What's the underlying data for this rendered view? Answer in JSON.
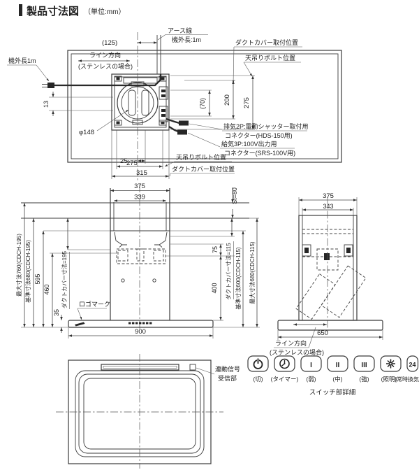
{
  "title": {
    "text": "製品寸法図",
    "unit": "（単位:mm）"
  },
  "top_view": {
    "earth_line1": "アース線",
    "earth_line2": "機外長:1m",
    "dim_125": "(125)",
    "cord_label": "機外長1m",
    "line_dir1": "ライン方向",
    "line_dir2": "(ステンレスの場合)",
    "duct_cover_top": "ダクトカバー取付位置",
    "bolt_top": "天吊りボルト位置",
    "dim_70": "(70)",
    "dim_200": "200",
    "dim_275_right": "275",
    "dim_13": "13",
    "phi": "φ148",
    "conn1": "排気2P:電動シャッター取付用",
    "conn2": "コネクター(HDS-150用)",
    "conn3": "給気3P:100V出力用",
    "conn4": "コネクター(SRS-100V用)",
    "bolt_bottom": "天吊りボルト位置",
    "duct_cover_bottom": "ダクトカバー取付位置",
    "dim_25": "25",
    "dim_275_bottom": "275",
    "dim_315": "315"
  },
  "front_view": {
    "dim_375": "375",
    "dim_339": "339",
    "st": "St=80",
    "max_h_left": "最大寸法760(CDCH-195)",
    "base_h_left": "基準寸法680(CDCH-195)",
    "dim_595": "595",
    "dim_460": "460",
    "dim_35": "35",
    "duct_dim_left": "ダクトカバー寸法=195",
    "logo": "ロゴマーク",
    "dim_900": "900",
    "dim_75": "75",
    "dim_400": "400",
    "duct_dim_right": "ダクトカバー寸法=115",
    "base_h_right": "基準寸法600(CDCH-115)",
    "max_h_right": "最大寸法680(CDCH-115)"
  },
  "side_view": {
    "dim_375": "375",
    "dim_343": "343",
    "dim_650": "650",
    "line_dir1": "ライン方向",
    "line_dir2": "(ステンレスの場合)"
  },
  "bottom_view": {
    "receiver1": "連動信号",
    "receiver2": "受信部"
  },
  "switch_detail": {
    "title": "スイッチ部詳細",
    "buttons": [
      {
        "icon": "power",
        "caption": "(切)"
      },
      {
        "icon": "timer",
        "caption": "(タイマー)"
      },
      {
        "symbol": "I",
        "caption": "(弱)"
      },
      {
        "symbol": "II",
        "caption": "(中)"
      },
      {
        "symbol": "III",
        "caption": "(強)"
      },
      {
        "icon": "light",
        "caption": "(照明)"
      },
      {
        "symbol": "24",
        "caption": "(常時換気)"
      }
    ]
  }
}
